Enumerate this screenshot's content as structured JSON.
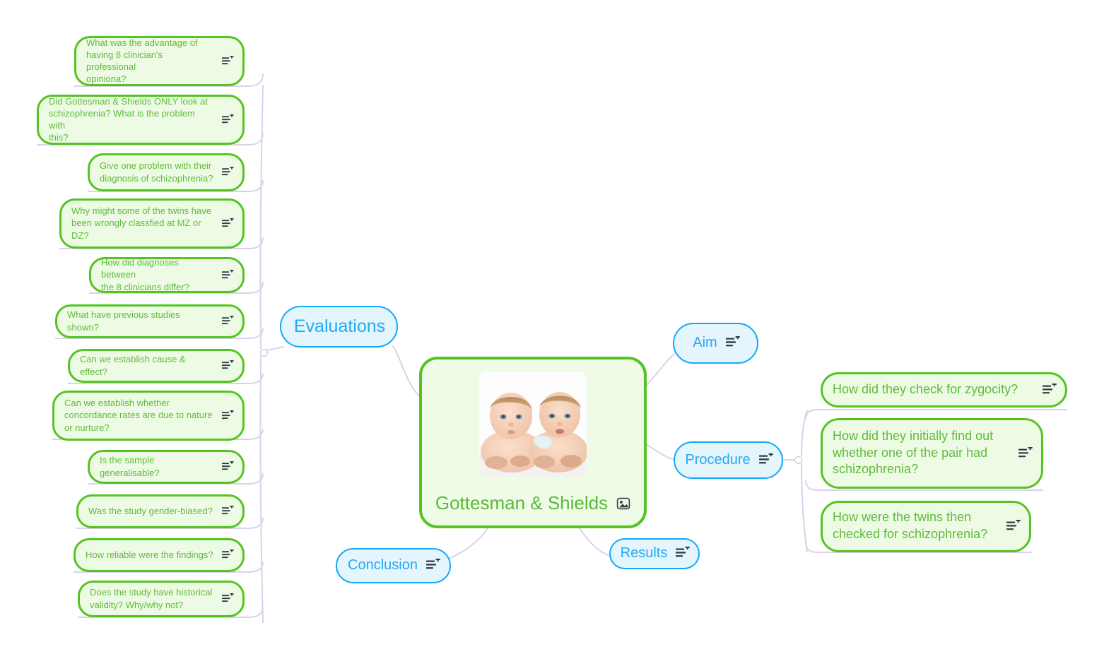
{
  "central": {
    "title": "Gottesman & Shields",
    "image_alt": "twin-babies-photo",
    "image_icon": "image-icon",
    "fill": "#effbe6",
    "border": "#54c423",
    "text_color": "#58bb3a"
  },
  "colors": {
    "leaf_fill": "#eefbe4",
    "leaf_border": "#54c423",
    "leaf_text": "#5fba3d",
    "branch_fill": "#e4f5fe",
    "branch_border": "#12a9f4",
    "branch_text": "#23aaf2",
    "connector": "#ddd0ea",
    "background": "#ffffff"
  },
  "branches": {
    "evaluations": {
      "label": "Evaluations",
      "note_icon": null
    },
    "aim": {
      "label": "Aim",
      "note_icon": "note-add-icon"
    },
    "procedure": {
      "label": "Procedure",
      "note_icon": "note-add-icon"
    },
    "conclusion": {
      "label": "Conclusion",
      "note_icon": "note-add-icon"
    },
    "results": {
      "label": "Results",
      "note_icon": "note-add-icon"
    }
  },
  "evaluation_items": [
    {
      "text": "What was the advantage of\nhaving 8 clinician's professional\nopiniona?",
      "note_icon": "note-add-icon"
    },
    {
      "text": "Did Gottesman & Shields ONLY look at\nschizophrenia? What is the problem with\nthis?",
      "note_icon": "note-add-icon"
    },
    {
      "text": "Give one problem with their\ndiagnosis of schizophrenia?",
      "note_icon": "note-add-icon"
    },
    {
      "text": "Why might some of the twins have\nbeen wrongly classfied at MZ or\nDZ?",
      "note_icon": "note-add-icon"
    },
    {
      "text": "How did diagnoses between\nthe 8 clinicians differ?",
      "note_icon": "note-add-icon"
    },
    {
      "text": "What have previous studies shown?",
      "note_icon": "note-add-icon"
    },
    {
      "text": "Can we establish cause & effect?",
      "note_icon": "note-add-icon"
    },
    {
      "text": "Can we establish whether\nconcordance rates are due to nature\nor nurture?",
      "note_icon": "note-add-icon"
    },
    {
      "text": "Is the sample generalisable?",
      "note_icon": "note-add-icon"
    },
    {
      "text": "Was the study gender-biased?",
      "note_icon": "note-add-icon"
    },
    {
      "text": "How reliable were the findings?",
      "note_icon": "note-add-icon"
    },
    {
      "text": "Does the study have historical\nvalidity? Why/why not?",
      "note_icon": "note-add-icon"
    }
  ],
  "procedure_items": [
    {
      "text": "How did they check for zygocity?",
      "note_icon": "note-add-icon"
    },
    {
      "text": "How did they initially find out\nwhether one of the pair had\nschizophrenia?",
      "note_icon": "note-add-icon"
    },
    {
      "text": "How were the twins then\nchecked for schizophrenia?",
      "note_icon": "note-add-icon"
    }
  ]
}
